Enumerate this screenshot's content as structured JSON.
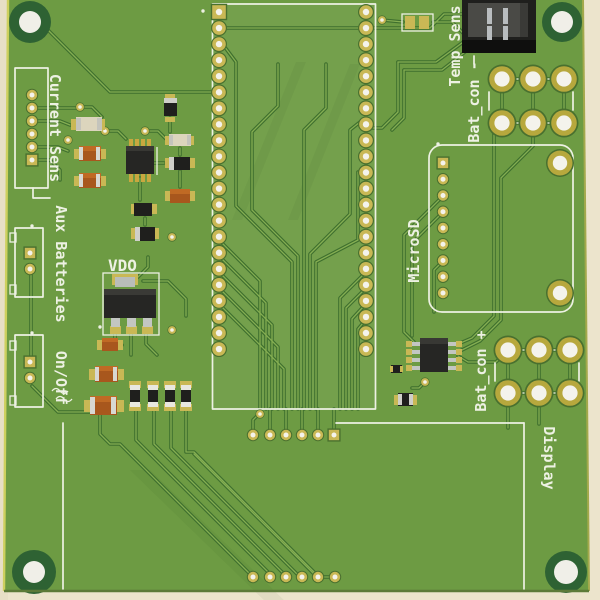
{
  "render": {
    "labels": {
      "current_sens": "Current Sens",
      "aux_batteries": "Aux Batteries",
      "on_off": "On/Off",
      "vdo": "VDO",
      "temp_sens": "Temp Sens",
      "bat_con_minus": "Bat_con -",
      "microsd": "MicroSD",
      "bat_con_plus": "Bat_con +",
      "display": "Display"
    },
    "colors": {
      "background": "#ece4cc",
      "board_green": "#6d9b43",
      "board_edge_highlight": "#cdd05e",
      "copper_trace_dark": "#3e6f2e",
      "copper_trace_light": "#85ae52",
      "silkscreen_white": "#edf1e3",
      "pad_gold": "#c9b855",
      "pad_gold_large": "#b7a83d",
      "pad_hole_white": "#f4f3ec",
      "mounting_ring_green": "#2e6233",
      "ic_body_black": "#262624",
      "resistor_orange": "#a8571d",
      "resistor_beige": "#dcd5bd",
      "pin_silver": "#c3c6c2"
    }
  }
}
